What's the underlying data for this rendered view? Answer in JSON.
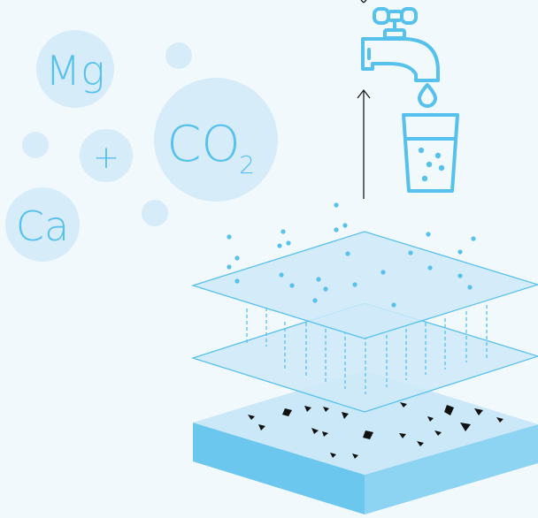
{
  "labels": {
    "magnesium": "Mg",
    "plus": "+",
    "carbon_dioxide": "CO",
    "carbon_dioxide_subscript": "2",
    "calcium": "Ca"
  },
  "colors": {
    "background": "#f2f9fd",
    "bubble": "#d6ecf8",
    "accent": "#56c1ec",
    "layer_fill": "#cfeaf9",
    "base_top": "#cbe8f8",
    "base_front": "#6cc7ee",
    "base_side": "#8dd4f3",
    "particle": "#111111"
  },
  "icons": [
    "water-tap-icon",
    "water-drop-icon",
    "water-glass-icon",
    "arrow-up-icon"
  ]
}
